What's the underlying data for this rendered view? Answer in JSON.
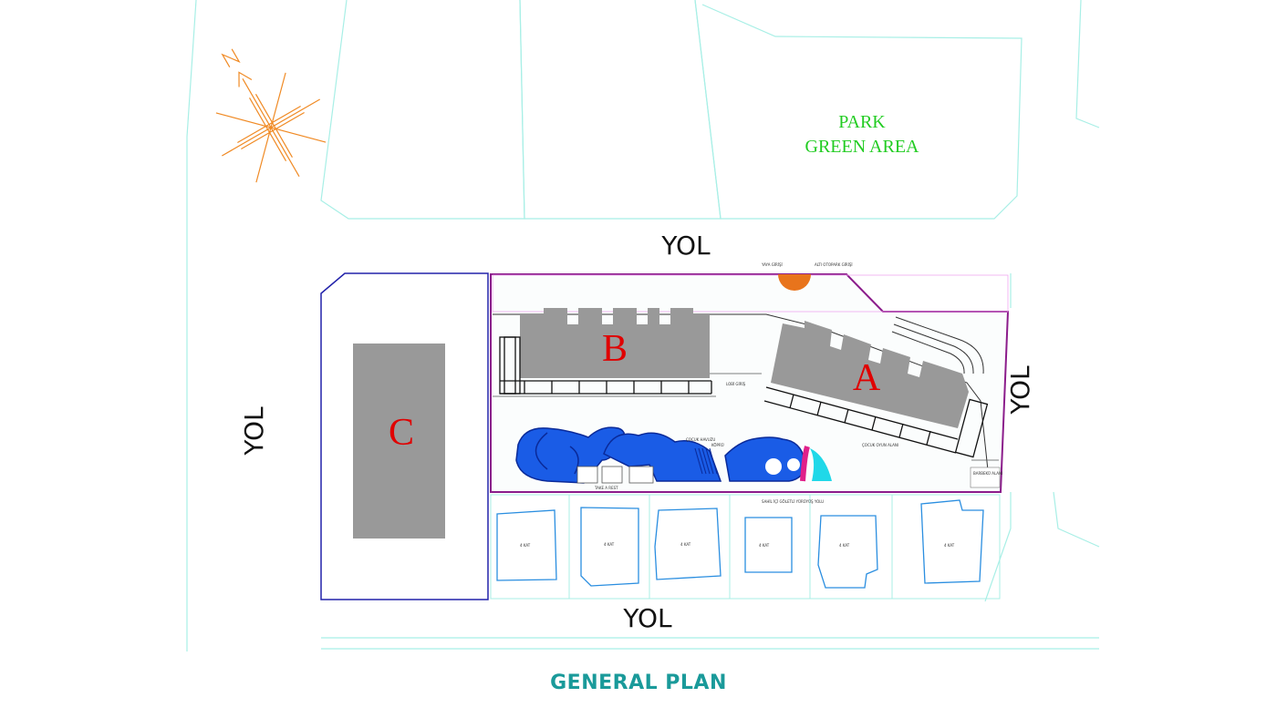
{
  "title": "GENERAL PLAN",
  "park": {
    "line1": "PARK",
    "line2": "GREEN AREA"
  },
  "roads": {
    "top": "YOL",
    "bottom": "YOL",
    "left": "YOL",
    "right": "YOL"
  },
  "blocks": {
    "a": "A",
    "b": "B",
    "c": "C"
  },
  "small_labels": {
    "plot_tag": "4 KAT",
    "lobby": "LOBİ GİRİŞ",
    "playground": "ÇOCUK OYUN ALANI",
    "entry_top_left": "YAYA GİRİŞİ",
    "entry_top_right": "ALTI OTOPARK GİRİŞİ",
    "strip_label": "SAHİL İÇİ GÖLETLİ YÜRÜYÜŞ YOLU",
    "pool_label_1": "ÇOCUK HAVUZU",
    "pool_label_2": "KÖPRÜ",
    "bbq": "BARBEKÜ ALANI",
    "garden": "TAKE A REST"
  },
  "colors": {
    "block_fill": "#999999",
    "site_border": "#8b1c8b",
    "block_c_border": "#2222aa",
    "pool": "#1a5ce6",
    "compass": "#f08a24",
    "park_text": "#22cc22",
    "block_text": "#e00000",
    "title": "#1a9a9a",
    "outline": "#9ef0e8"
  }
}
